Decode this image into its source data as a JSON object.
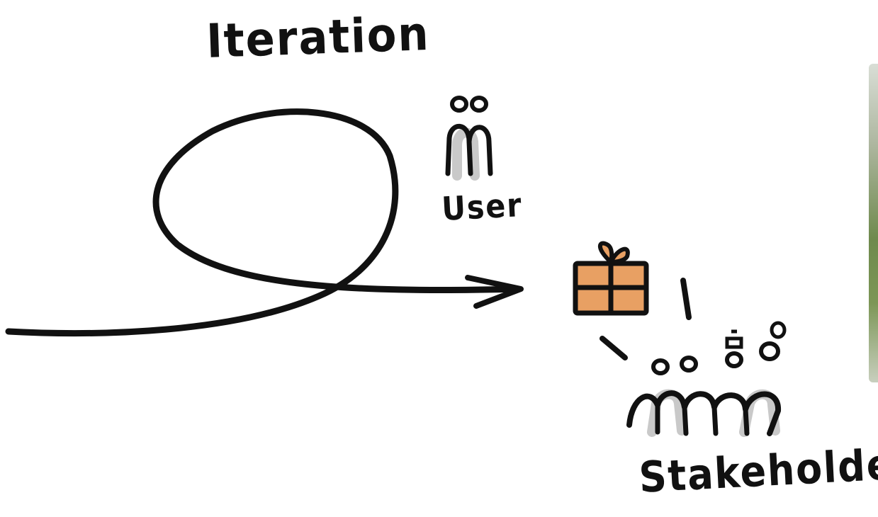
{
  "labels": {
    "iteration": "Iteration",
    "user": "User",
    "stakeholder": "Stakeholder"
  },
  "colors": {
    "ink": "#111111",
    "gift": "#e8a063",
    "shadow": "#c9c9c9",
    "background": "#ffffff"
  }
}
